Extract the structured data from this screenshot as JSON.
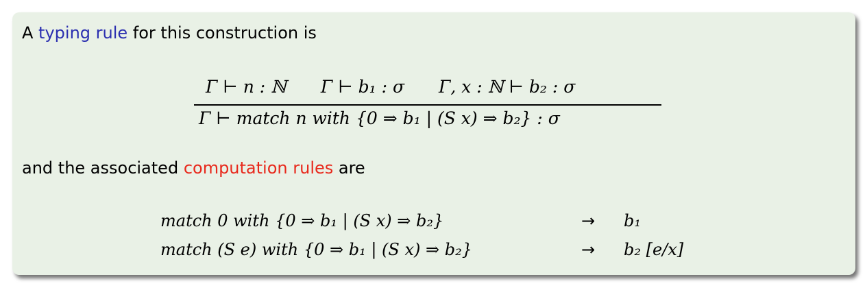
{
  "intro": {
    "prefix": "A ",
    "highlight": "typing rule",
    "suffix": " for this construction is"
  },
  "typing_rule": {
    "premise_1": "Γ ⊢ n : ℕ",
    "premise_2": "Γ ⊢ b₁ : σ",
    "premise_3": "Γ, x : ℕ ⊢ b₂ : σ",
    "conclusion": "Γ ⊢ match n with {0 ⇒ b₁ | (S x) ⇒ b₂} : σ"
  },
  "middle": {
    "prefix": "and the associated ",
    "highlight": "computation rules",
    "suffix": " are"
  },
  "computation_rules": [
    {
      "lhs": "match 0 with {0 ⇒ b₁ | (S x) ⇒ b₂}",
      "arrow": "→",
      "rhs": "b₁"
    },
    {
      "lhs": "match (S e) with {0 ⇒ b₁ | (S x) ⇒ b₂}",
      "arrow": "→",
      "rhs": "b₂ [e/x]"
    }
  ],
  "colors": {
    "block_bg": "#e9f1e6",
    "highlight_blue": "#2b2fb0",
    "highlight_red": "#e8291c"
  }
}
